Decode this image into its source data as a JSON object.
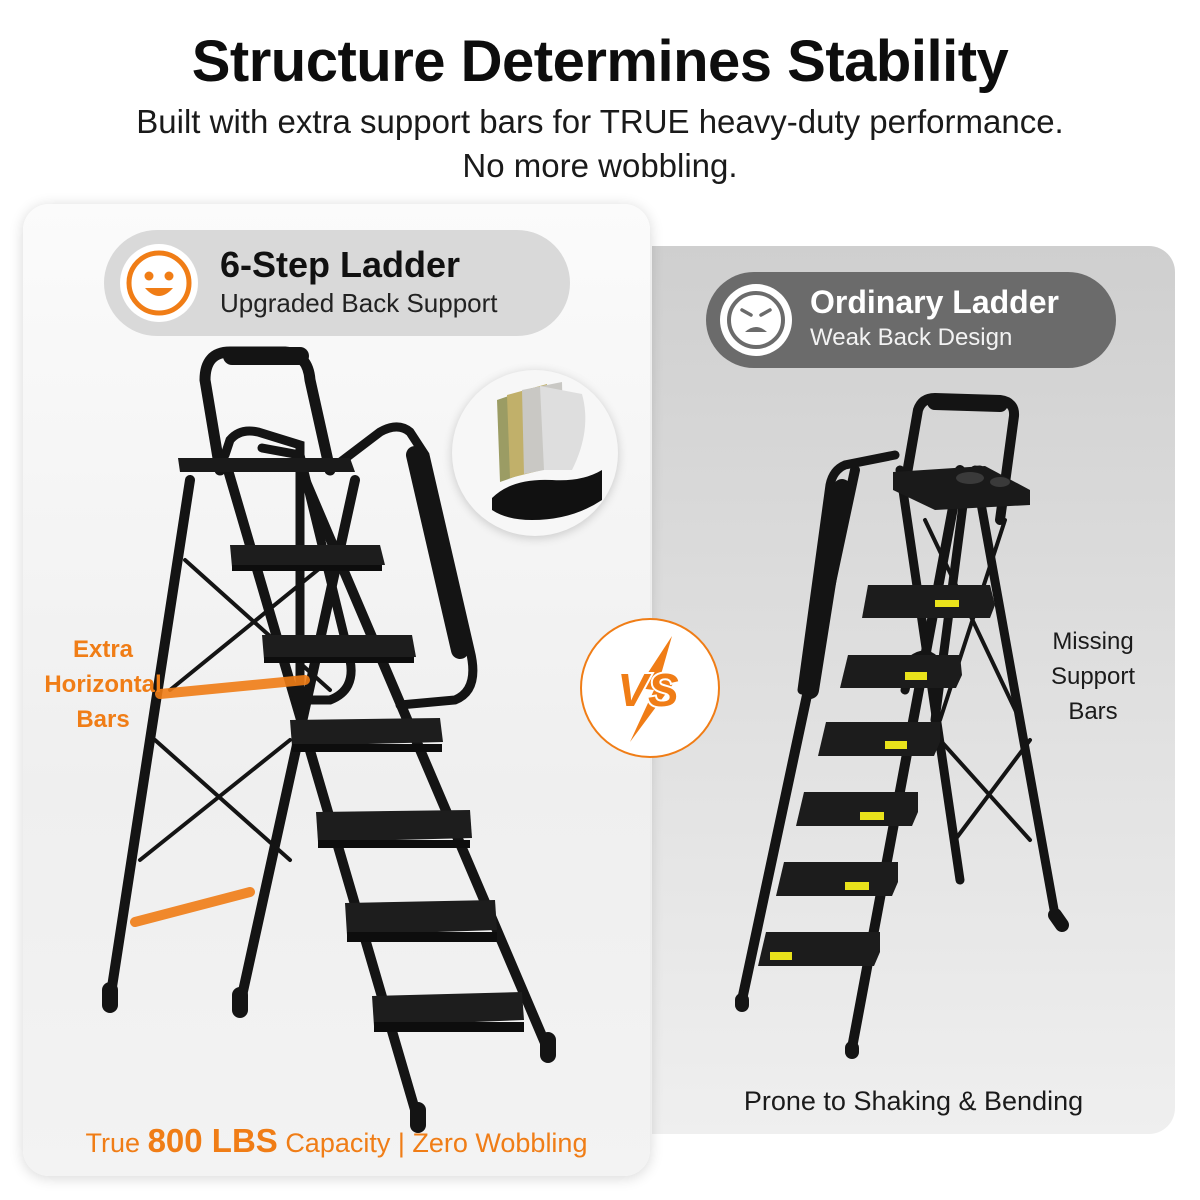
{
  "header": {
    "title": "Structure Determines Stability",
    "subtitle_line1": "Built with extra support bars for TRUE heavy-duty performance.",
    "subtitle_line2": "No more wobbling."
  },
  "left_panel": {
    "badge_title": "6-Step Ladder",
    "badge_subtitle": "Upgraded Back Support",
    "badge_icon": "happy-face-icon",
    "callout_line1": "Extra",
    "callout_line2": "Horizontal",
    "callout_line3": "Bars",
    "caption_prefix": "True",
    "caption_highlight": "800 LBS",
    "caption_suffix": "Capacity | Zero Wobbling"
  },
  "right_panel": {
    "badge_title": "Ordinary Ladder",
    "badge_subtitle": "Weak Back Design",
    "badge_icon": "angry-face-icon",
    "callout_line1": "Missing",
    "callout_line2": "Support",
    "callout_line3": "Bars",
    "caption": "Prone to Shaking & Bending"
  },
  "vs_label": "VS",
  "colors": {
    "accent_orange": "#f07d16",
    "badge_light": "#d9d9d9",
    "badge_dark": "#6b6b6b",
    "ladder_black": "#141414",
    "tread_yellow": "#e9e21b"
  }
}
